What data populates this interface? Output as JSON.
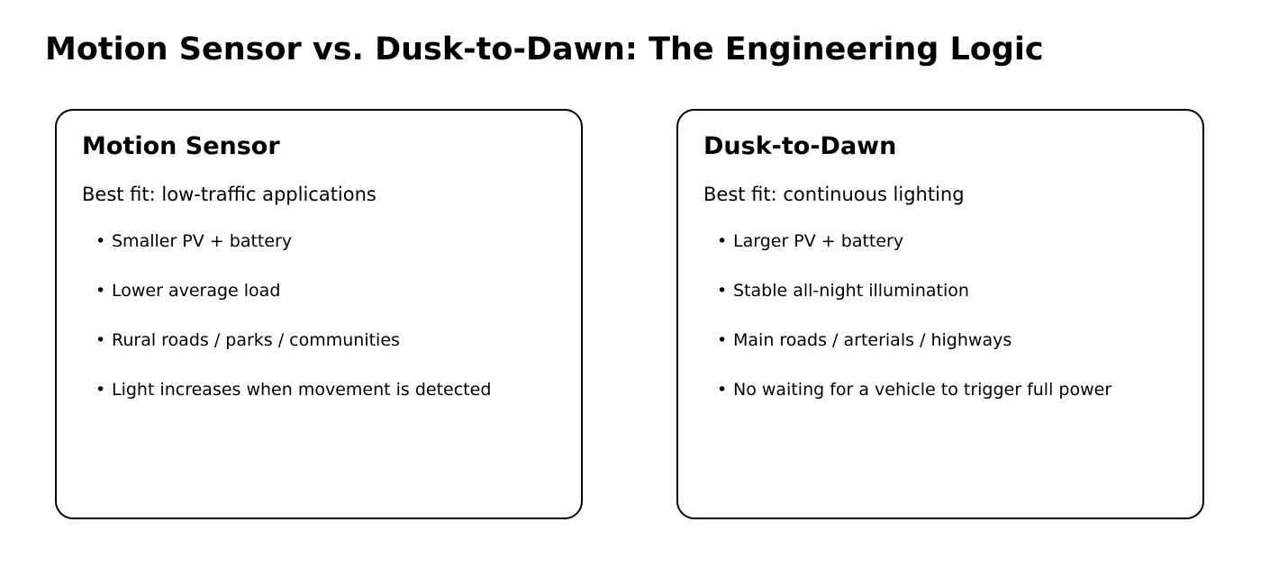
{
  "title": "Motion Sensor vs. Dusk-to-Dawn: The Engineering Logic",
  "cards": [
    {
      "title": "Motion Sensor",
      "best_fit": "Best fit: low-traffic applications",
      "bullets": [
        "Smaller PV + battery",
        "Lower average load",
        "Rural roads / parks / communities",
        "Light increases when movement is detected"
      ]
    },
    {
      "title": "Dusk-to-Dawn",
      "best_fit": "Best fit: continuous lighting",
      "bullets": [
        "Larger PV + battery",
        "Stable all-night illumination",
        "Main roads / arterials / highways",
        "No waiting for a vehicle to trigger full power"
      ]
    }
  ],
  "bullet_symbol": "•"
}
